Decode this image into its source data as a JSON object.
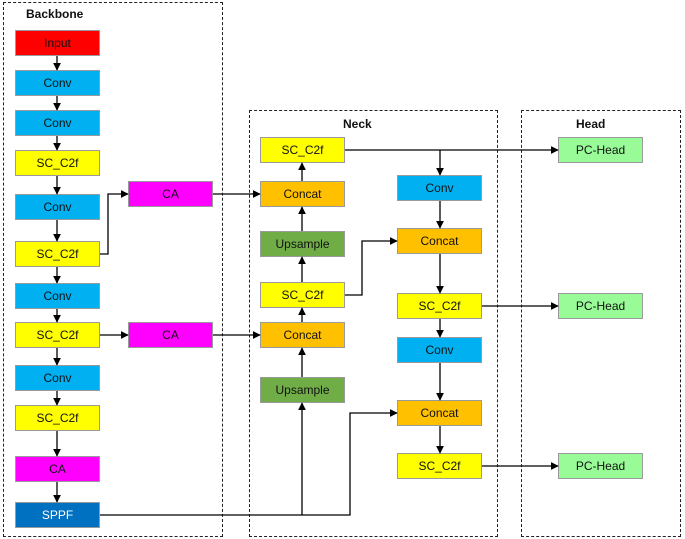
{
  "sections": {
    "backbone": "Backbone",
    "neck": "Neck",
    "head": "Head"
  },
  "colors": {
    "input": "#ff0000",
    "conv": "#00b0f0",
    "sc_c2f": "#ffff00",
    "ca": "#ff00ff",
    "sppf": "#0070c0",
    "concat": "#ffc000",
    "upsample": "#70ad47",
    "pc_head": "#98fb98",
    "edge": "#000000"
  },
  "backbone": {
    "input": "Input",
    "conv1": "Conv",
    "conv2": "Conv",
    "c2f1": "SC_C2f",
    "conv3": "Conv",
    "c2f2": "SC_C2f",
    "conv4": "Conv",
    "c2f3": "SC_C2f",
    "conv5": "Conv",
    "c2f4": "SC_C2f",
    "ca4": "CA",
    "sppf": "SPPF",
    "ca_p3": "CA",
    "ca_p4": "CA"
  },
  "neck": {
    "c2f_top": "SC_C2f",
    "concat_top": "Concat",
    "upsample_top": "Upsample",
    "c2f_mid": "SC_C2f",
    "concat_mid": "Concat",
    "upsample_bot": "Upsample",
    "conv_r1": "Conv",
    "concat_r1": "Concat",
    "c2f_r1": "SC_C2f",
    "conv_r2": "Conv",
    "concat_r2": "Concat",
    "c2f_r2": "SC_C2f"
  },
  "head": {
    "pc1": "PC-Head",
    "pc2": "PC-Head",
    "pc3": "PC-Head"
  }
}
